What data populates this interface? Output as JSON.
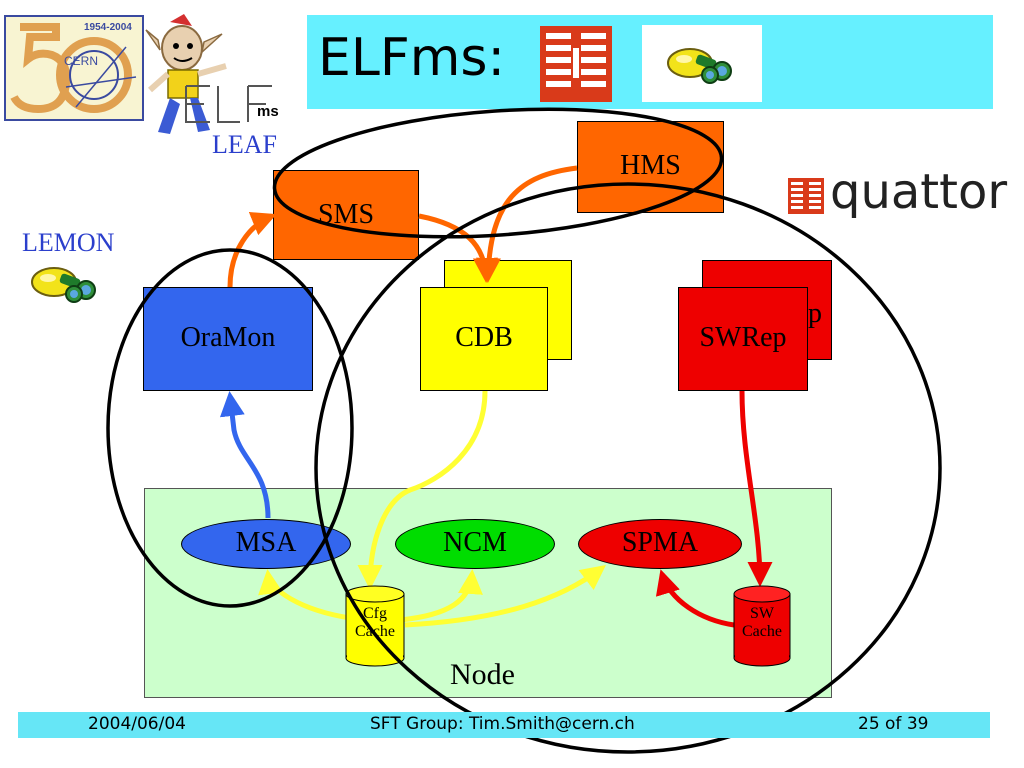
{
  "title": {
    "text": "ELFms:"
  },
  "logos": {
    "cern": {
      "years": "1954-2004",
      "text": "CERN"
    },
    "elf": {
      "text": "ELF",
      "sub": "ms"
    },
    "quattor": {
      "text": "quattor"
    }
  },
  "labels": {
    "leaf": "LEAF",
    "lemon": "LEMON"
  },
  "boxes": {
    "hms": "HMS",
    "sms": "SMS",
    "oramon": "OraMon",
    "cdb": "CDB",
    "swrep": "SWRep",
    "swrep_back_partial": "p"
  },
  "node": {
    "label": "Node",
    "agents": {
      "msa": "MSA",
      "ncm": "NCM",
      "spma": "SPMA"
    },
    "caches": {
      "cfg": {
        "line1": "Cfg",
        "line2": "Cache"
      },
      "sw": {
        "line1": "SW",
        "line2": "Cache"
      }
    }
  },
  "footer": {
    "date": "2004/06/04",
    "author": "SFT Group: Tim.Smith@cern.ch",
    "page": "25 of 39"
  },
  "colors": {
    "title_bg": "#66f0ff",
    "orange": "#ff6600",
    "blue": "#3366ee",
    "yellow": "#ffff00",
    "red": "#ee0000",
    "green": "#00dd00",
    "node_bg": "#ccffcc",
    "lemon_arrow_yellow": "#ffff33"
  }
}
